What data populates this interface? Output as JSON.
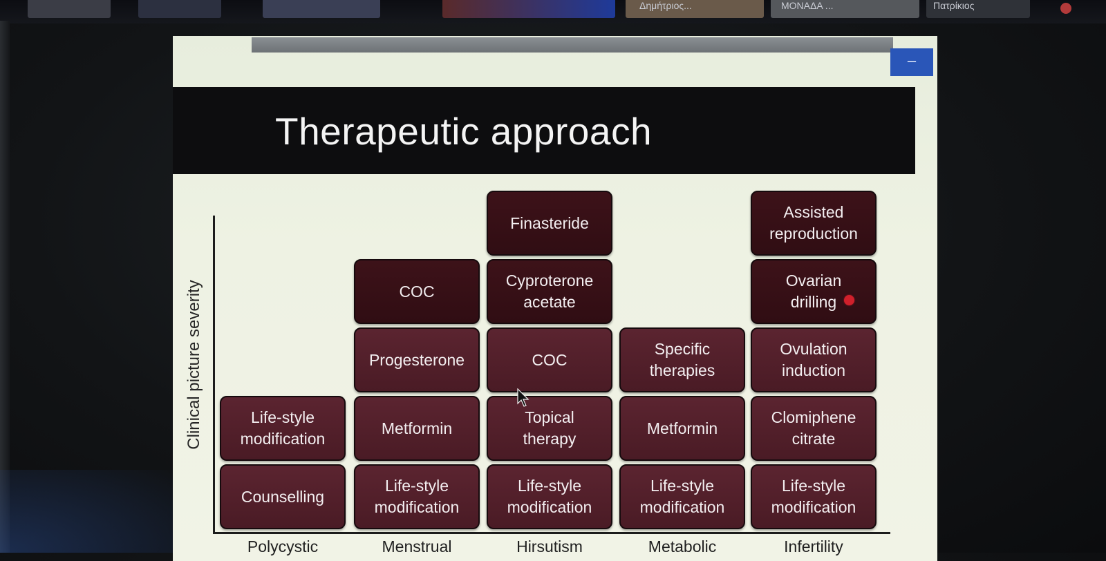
{
  "meeting": {
    "participants": [
      {
        "name": ""
      },
      {
        "name": ""
      },
      {
        "name": ""
      },
      {
        "name": "Δημήτριος..."
      },
      {
        "name": "ΜΟΝΑΔΑ ..."
      },
      {
        "name": "Πατρίκιος"
      }
    ],
    "minimize_symbol": "–"
  },
  "slide": {
    "title": "Therapeutic approach",
    "y_axis_label": "Clinical picture severity",
    "columns": [
      {
        "label": "Polycystic",
        "cells": [
          "Counselling",
          "Life-style\nmodification"
        ]
      },
      {
        "label": "Menstrual",
        "cells": [
          "Life-style\nmodification",
          "Metformin",
          "Progesterone",
          "COC"
        ]
      },
      {
        "label": "Hirsutism",
        "cells": [
          "Life-style\nmodification",
          "Topical\ntherapy",
          "COC",
          "Cyproterone\nacetate",
          "Finasteride"
        ]
      },
      {
        "label": "Metabolic",
        "cells": [
          "Life-style\nmodification",
          "Metformin",
          "Specific\ntherapies"
        ]
      },
      {
        "label": "Infertility",
        "cells": [
          "Life-style\nmodification",
          "Clomiphene\ncitrate",
          "Ovulation\ninduction",
          "Ovarian\ndrilling",
          "Assisted\nreproduction"
        ]
      }
    ]
  },
  "colors": {
    "cell_fill": "#5b2430",
    "cell_fill_dark": "#3d1219",
    "title_band": "#0d0d0f",
    "slide_bg": "#eef2e3",
    "pointer_dot": "#d0202b",
    "minimize_button": "#2a56b8"
  }
}
